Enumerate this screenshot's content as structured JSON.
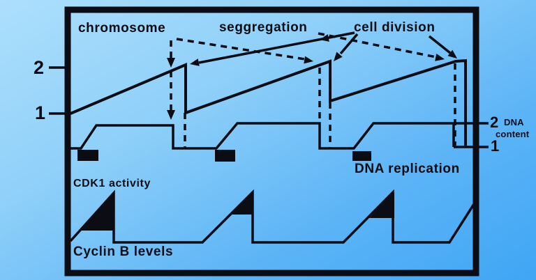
{
  "figure": {
    "title_labels": {
      "chromosome": "chromosome",
      "seggregation": "seggregation",
      "cell_division": "cell division",
      "dna_replication": "DNA replication"
    },
    "left_axis": {
      "tick_top": "2",
      "tick_bottom": "1"
    },
    "right_axis": {
      "tick_top": "2",
      "tick_bottom": "1",
      "unit_line1": "DNA",
      "unit_line2": "content"
    },
    "curve_labels": {
      "cdk1": "CDK1 activity",
      "cyclin_b": "Cyclin B levels"
    },
    "colors": {
      "ink": "#0c0c14",
      "background_top": "#addffc",
      "background_bottom": "#3fa6f5"
    },
    "chart_data": {
      "type": "line",
      "description": "Three repeating cell cycles",
      "series": [
        {
          "name": "chromosome number (left axis)",
          "pattern": "sawtooth",
          "min": 1,
          "max": 2,
          "cycles": 3
        },
        {
          "name": "DNA content (right axis)",
          "pattern": "step rise during replication, drop at seggregation",
          "min": 1,
          "max": 2,
          "cycles": 3
        },
        {
          "name": "Cyclin B levels",
          "pattern": "sawtooth",
          "cycles": 3
        },
        {
          "name": "CDK1 activity",
          "pattern": "filled spike at each Cyclin B peak",
          "cycles": 3
        }
      ],
      "events": [
        "chromosome seggregation (dashed arrows)",
        "cell division (solid arrows)",
        "DNA replication (solid blocks)"
      ]
    }
  }
}
